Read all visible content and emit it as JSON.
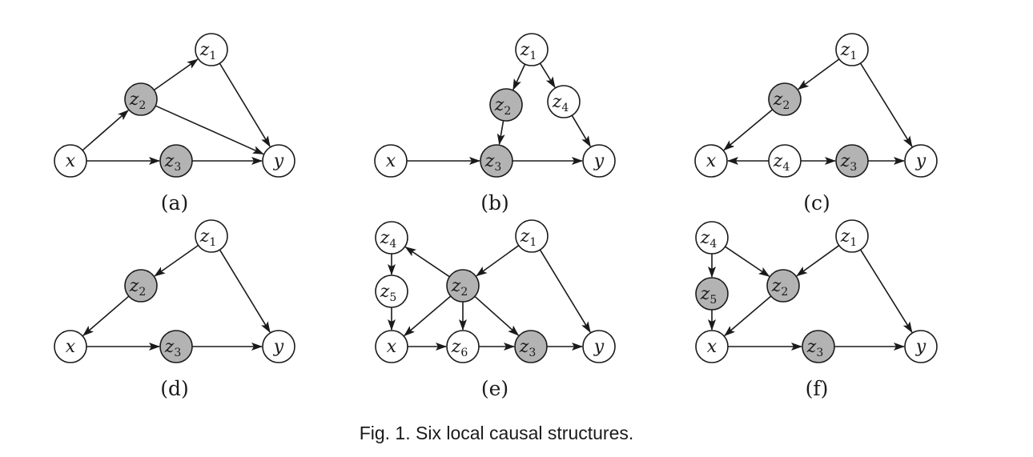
{
  "caption": "Fig. 1.  Six local causal structures.",
  "colors": {
    "target_fill": "#ffffff",
    "highlight_fill": "#b3b3b3",
    "stroke": "#1a1a1a"
  },
  "diagrams": [
    {
      "label": "(a)",
      "nodes": [
        {
          "id": "z1",
          "base": "z",
          "sub": "1",
          "shaded": false
        },
        {
          "id": "z2",
          "base": "z",
          "sub": "2",
          "shaded": true
        },
        {
          "id": "x",
          "base": "x",
          "sub": "",
          "shaded": false
        },
        {
          "id": "z3",
          "base": "z",
          "sub": "3",
          "shaded": true
        },
        {
          "id": "y",
          "base": "y",
          "sub": "",
          "shaded": false
        }
      ],
      "edges": [
        {
          "from": "x",
          "to": "z2"
        },
        {
          "from": "z2",
          "to": "z1"
        },
        {
          "from": "z1",
          "to": "y"
        },
        {
          "from": "z2",
          "to": "y"
        },
        {
          "from": "x",
          "to": "z3"
        },
        {
          "from": "z3",
          "to": "y"
        }
      ]
    },
    {
      "label": "(b)",
      "nodes": [
        {
          "id": "z1",
          "base": "z",
          "sub": "1",
          "shaded": false
        },
        {
          "id": "z2",
          "base": "z",
          "sub": "2",
          "shaded": true
        },
        {
          "id": "z4",
          "base": "z",
          "sub": "4",
          "shaded": false
        },
        {
          "id": "x",
          "base": "x",
          "sub": "",
          "shaded": false
        },
        {
          "id": "z3",
          "base": "z",
          "sub": "3",
          "shaded": true
        },
        {
          "id": "y",
          "base": "y",
          "sub": "",
          "shaded": false
        }
      ],
      "edges": [
        {
          "from": "z1",
          "to": "z2"
        },
        {
          "from": "z1",
          "to": "z4"
        },
        {
          "from": "z2",
          "to": "z3"
        },
        {
          "from": "z4",
          "to": "y"
        },
        {
          "from": "x",
          "to": "z3"
        },
        {
          "from": "z3",
          "to": "y"
        }
      ]
    },
    {
      "label": "(c)",
      "nodes": [
        {
          "id": "z1",
          "base": "z",
          "sub": "1",
          "shaded": false
        },
        {
          "id": "z2",
          "base": "z",
          "sub": "2",
          "shaded": true
        },
        {
          "id": "x",
          "base": "x",
          "sub": "",
          "shaded": false
        },
        {
          "id": "z4",
          "base": "z",
          "sub": "4",
          "shaded": false
        },
        {
          "id": "z3",
          "base": "z",
          "sub": "3",
          "shaded": true
        },
        {
          "id": "y",
          "base": "y",
          "sub": "",
          "shaded": false
        }
      ],
      "edges": [
        {
          "from": "z1",
          "to": "z2"
        },
        {
          "from": "z2",
          "to": "x"
        },
        {
          "from": "z1",
          "to": "y"
        },
        {
          "from": "z4",
          "to": "x"
        },
        {
          "from": "z4",
          "to": "z3"
        },
        {
          "from": "z3",
          "to": "y"
        }
      ]
    },
    {
      "label": "(d)",
      "nodes": [
        {
          "id": "z1",
          "base": "z",
          "sub": "1",
          "shaded": false
        },
        {
          "id": "z2",
          "base": "z",
          "sub": "2",
          "shaded": true
        },
        {
          "id": "x",
          "base": "x",
          "sub": "",
          "shaded": false
        },
        {
          "id": "z3",
          "base": "z",
          "sub": "3",
          "shaded": true
        },
        {
          "id": "y",
          "base": "y",
          "sub": "",
          "shaded": false
        }
      ],
      "edges": [
        {
          "from": "z1",
          "to": "z2"
        },
        {
          "from": "z2",
          "to": "x"
        },
        {
          "from": "z1",
          "to": "y"
        },
        {
          "from": "x",
          "to": "z3"
        },
        {
          "from": "z3",
          "to": "y"
        }
      ]
    },
    {
      "label": "(e)",
      "nodes": [
        {
          "id": "z4",
          "base": "z",
          "sub": "4",
          "shaded": false
        },
        {
          "id": "z1",
          "base": "z",
          "sub": "1",
          "shaded": false
        },
        {
          "id": "z5",
          "base": "z",
          "sub": "5",
          "shaded": false
        },
        {
          "id": "z2",
          "base": "z",
          "sub": "2",
          "shaded": true
        },
        {
          "id": "x",
          "base": "x",
          "sub": "",
          "shaded": false
        },
        {
          "id": "z6",
          "base": "z",
          "sub": "6",
          "shaded": false
        },
        {
          "id": "z3",
          "base": "z",
          "sub": "3",
          "shaded": true
        },
        {
          "id": "y",
          "base": "y",
          "sub": "",
          "shaded": false
        }
      ],
      "edges": [
        {
          "from": "z4",
          "to": "z5"
        },
        {
          "from": "z5",
          "to": "x"
        },
        {
          "from": "z2",
          "to": "z4"
        },
        {
          "from": "z1",
          "to": "z2"
        },
        {
          "from": "z1",
          "to": "y"
        },
        {
          "from": "z2",
          "to": "x"
        },
        {
          "from": "z2",
          "to": "z6"
        },
        {
          "from": "z2",
          "to": "z3"
        },
        {
          "from": "x",
          "to": "z6"
        },
        {
          "from": "z6",
          "to": "z3"
        },
        {
          "from": "z3",
          "to": "y"
        }
      ]
    },
    {
      "label": "(f)",
      "nodes": [
        {
          "id": "z4",
          "base": "z",
          "sub": "4",
          "shaded": false
        },
        {
          "id": "z1",
          "base": "z",
          "sub": "1",
          "shaded": false
        },
        {
          "id": "z5",
          "base": "z",
          "sub": "5",
          "shaded": true
        },
        {
          "id": "z2",
          "base": "z",
          "sub": "2",
          "shaded": true
        },
        {
          "id": "x",
          "base": "x",
          "sub": "",
          "shaded": false
        },
        {
          "id": "z3",
          "base": "z",
          "sub": "3",
          "shaded": true
        },
        {
          "id": "y",
          "base": "y",
          "sub": "",
          "shaded": false
        }
      ],
      "edges": [
        {
          "from": "z4",
          "to": "z5"
        },
        {
          "from": "z5",
          "to": "x"
        },
        {
          "from": "z4",
          "to": "z2"
        },
        {
          "from": "z1",
          "to": "z2"
        },
        {
          "from": "z2",
          "to": "x"
        },
        {
          "from": "z1",
          "to": "y"
        },
        {
          "from": "x",
          "to": "z3"
        },
        {
          "from": "z3",
          "to": "y"
        }
      ]
    }
  ]
}
